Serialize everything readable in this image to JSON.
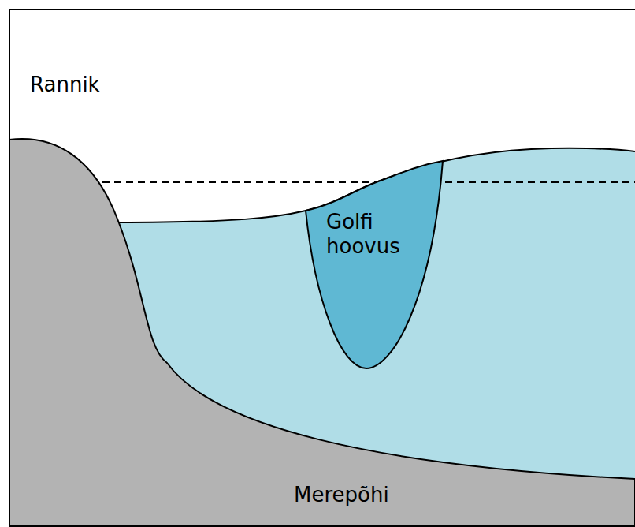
{
  "diagram": {
    "nodes": [
      {
        "text": [
          "Golfi hoovus"
        ]
      },
      {
        "text": [
          "Merepõhi"
        ]
      }
    ],
    "labels": [
      "Rannik"
    ]
  }
}
